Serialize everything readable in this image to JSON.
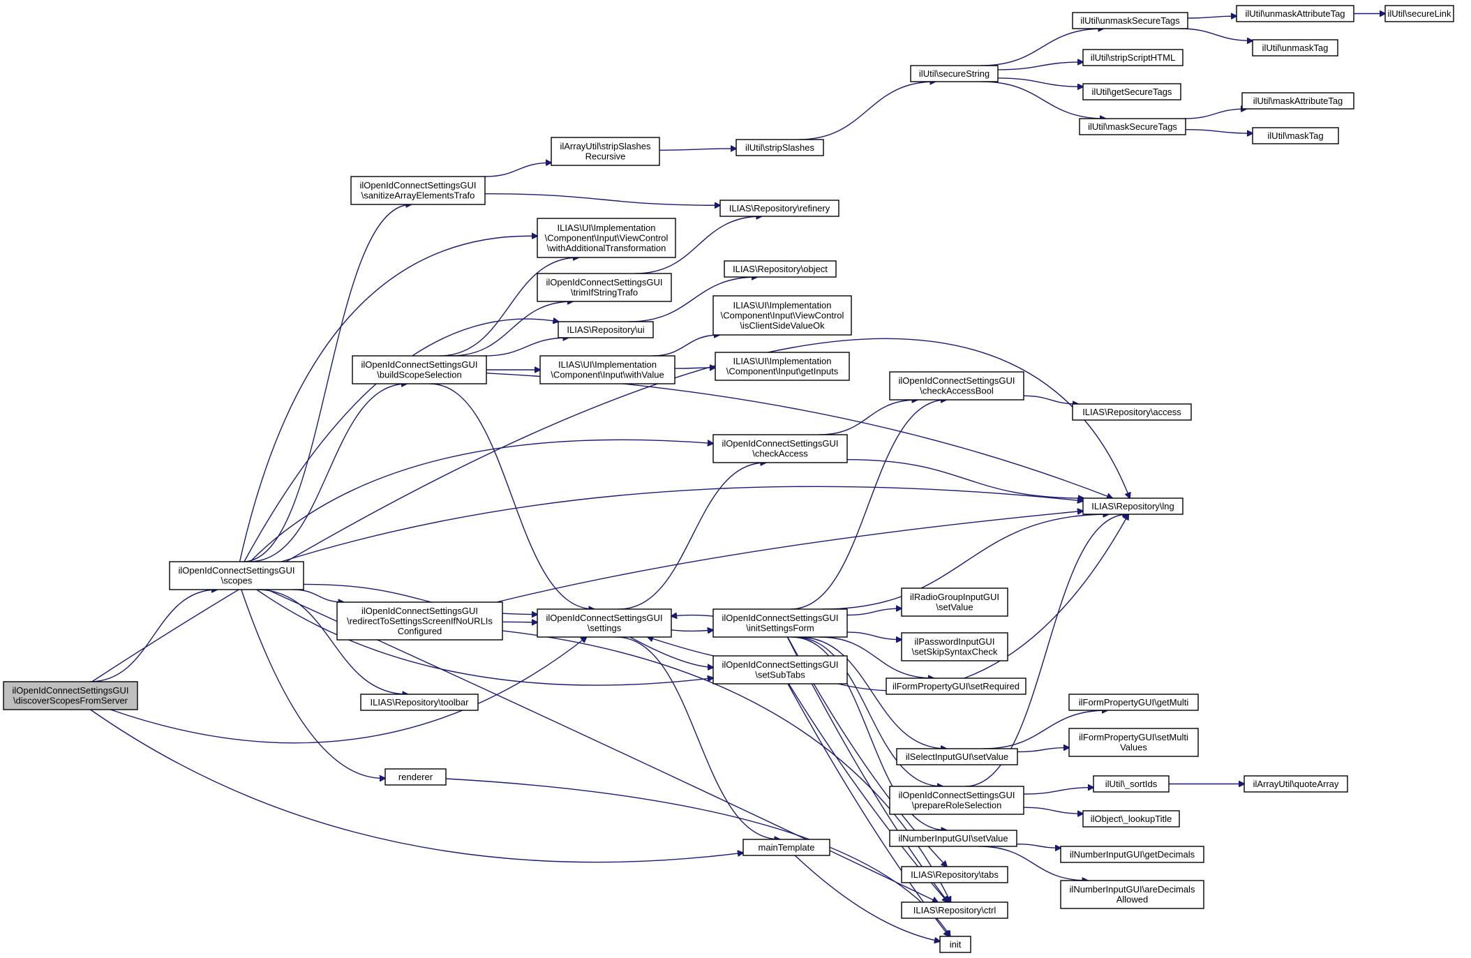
{
  "graph": {
    "title": "",
    "colors": {
      "edge": "#191970",
      "node_border": "#000000",
      "node_fill": "#ffffff",
      "root_fill": "#bfbfbf"
    },
    "nodes": [
      {
        "id": "discover",
        "lines": [
          "ilOpenIdConnectSettingsGUI",
          "\\discoverScopesFromServer"
        ],
        "root": true
      },
      {
        "id": "scopes",
        "lines": [
          "ilOpenIdConnectSettingsGUI",
          "\\scopes"
        ]
      },
      {
        "id": "sanitize",
        "lines": [
          "ilOpenIdConnectSettingsGUI",
          "\\sanitizeArrayElementsTrafo"
        ]
      },
      {
        "id": "stripRec",
        "lines": [
          "ilArrayUtil\\stripSlashes",
          "Recursive"
        ]
      },
      {
        "id": "stripSlashes",
        "lines": [
          "ilUtil\\stripSlashes"
        ]
      },
      {
        "id": "secureString",
        "lines": [
          "ilUtil\\secureString"
        ]
      },
      {
        "id": "unmaskSecure",
        "lines": [
          "ilUtil\\unmaskSecureTags"
        ]
      },
      {
        "id": "unmaskAttr",
        "lines": [
          "ilUtil\\unmaskAttributeTag"
        ]
      },
      {
        "id": "secureLink",
        "lines": [
          "ilUtil\\secureLink"
        ]
      },
      {
        "id": "unmaskTag",
        "lines": [
          "ilUtil\\unmaskTag"
        ]
      },
      {
        "id": "stripScript",
        "lines": [
          "ilUtil\\stripScriptHTML"
        ]
      },
      {
        "id": "getSecure",
        "lines": [
          "ilUtil\\getSecureTags"
        ]
      },
      {
        "id": "maskSecure",
        "lines": [
          "ilUtil\\maskSecureTags"
        ]
      },
      {
        "id": "maskAttr",
        "lines": [
          "ilUtil\\maskAttributeTag"
        ]
      },
      {
        "id": "maskTag",
        "lines": [
          "ilUtil\\maskTag"
        ]
      },
      {
        "id": "refinery",
        "lines": [
          "ILIAS\\Repository\\refinery"
        ]
      },
      {
        "id": "withAddTrans",
        "lines": [
          "ILIAS\\UI\\Implementation",
          "\\Component\\Input\\ViewControl",
          "\\withAdditionalTransformation"
        ]
      },
      {
        "id": "trimIf",
        "lines": [
          "ilOpenIdConnectSettingsGUI",
          "\\trimIfStringTrafo"
        ]
      },
      {
        "id": "repoObject",
        "lines": [
          "ILIAS\\Repository\\object"
        ]
      },
      {
        "id": "repoUi",
        "lines": [
          "ILIAS\\Repository\\ui"
        ]
      },
      {
        "id": "isClientSide",
        "lines": [
          "ILIAS\\UI\\Implementation",
          "\\Component\\Input\\ViewControl",
          "\\isClientSideValueOk"
        ]
      },
      {
        "id": "buildScope",
        "lines": [
          "ilOpenIdConnectSettingsGUI",
          "\\buildScopeSelection"
        ]
      },
      {
        "id": "withValue",
        "lines": [
          "ILIAS\\UI\\Implementation",
          "\\Component\\Input\\withValue"
        ]
      },
      {
        "id": "getInputs",
        "lines": [
          "ILIAS\\UI\\Implementation",
          "\\Component\\Input\\getInputs"
        ]
      },
      {
        "id": "checkAccessBool",
        "lines": [
          "ilOpenIdConnectSettingsGUI",
          "\\checkAccessBool"
        ]
      },
      {
        "id": "repoAccess",
        "lines": [
          "ILIAS\\Repository\\access"
        ]
      },
      {
        "id": "checkAccess",
        "lines": [
          "ilOpenIdConnectSettingsGUI",
          "\\checkAccess"
        ]
      },
      {
        "id": "repoLng",
        "lines": [
          "ILIAS\\Repository\\lng"
        ]
      },
      {
        "id": "redirect",
        "lines": [
          "ilOpenIdConnectSettingsGUI",
          "\\redirectToSettingsScreenIfNoURLIs",
          "Configured"
        ]
      },
      {
        "id": "settings",
        "lines": [
          "ilOpenIdConnectSettingsGUI",
          "\\settings"
        ]
      },
      {
        "id": "initForm",
        "lines": [
          "ilOpenIdConnectSettingsGUI",
          "\\initSettingsForm"
        ]
      },
      {
        "id": "radioSet",
        "lines": [
          "ilRadioGroupInputGUI",
          "\\setValue"
        ]
      },
      {
        "id": "pwdSkip",
        "lines": [
          "ilPasswordInputGUI",
          "\\setSkipSyntaxCheck"
        ]
      },
      {
        "id": "setSubTabs",
        "lines": [
          "ilOpenIdConnectSettingsGUI",
          "\\setSubTabs"
        ]
      },
      {
        "id": "setRequired",
        "lines": [
          "ilFormPropertyGUI\\setRequired"
        ]
      },
      {
        "id": "toolbar",
        "lines": [
          "ILIAS\\Repository\\toolbar"
        ]
      },
      {
        "id": "getMulti",
        "lines": [
          "ilFormPropertyGUI\\getMulti"
        ]
      },
      {
        "id": "selectSet",
        "lines": [
          "ilSelectInputGUI\\setValue"
        ]
      },
      {
        "id": "setMulti",
        "lines": [
          "ilFormPropertyGUI\\setMulti",
          "Values"
        ]
      },
      {
        "id": "renderer",
        "lines": [
          "renderer"
        ]
      },
      {
        "id": "prepRole",
        "lines": [
          "ilOpenIdConnectSettingsGUI",
          "\\prepareRoleSelection"
        ]
      },
      {
        "id": "sortIds",
        "lines": [
          "ilUtil\\_sortIds"
        ]
      },
      {
        "id": "quoteArray",
        "lines": [
          "ilArrayUtil\\quoteArray"
        ]
      },
      {
        "id": "lookupTitle",
        "lines": [
          "ilObject\\_lookupTitle"
        ]
      },
      {
        "id": "numberSet",
        "lines": [
          "ilNumberInputGUI\\setValue"
        ]
      },
      {
        "id": "getDecimals",
        "lines": [
          "ilNumberInputGUI\\getDecimals"
        ]
      },
      {
        "id": "mainTemplate",
        "lines": [
          "mainTemplate"
        ]
      },
      {
        "id": "repoTabs",
        "lines": [
          "ILIAS\\Repository\\tabs"
        ]
      },
      {
        "id": "areDecimals",
        "lines": [
          "ilNumberInputGUI\\areDecimals",
          "Allowed"
        ]
      },
      {
        "id": "repoCtrl",
        "lines": [
          "ILIAS\\Repository\\ctrl"
        ]
      },
      {
        "id": "init",
        "lines": [
          "init"
        ]
      }
    ],
    "edges": [
      [
        "discover",
        "scopes"
      ],
      [
        "discover",
        "repoLng"
      ],
      [
        "discover",
        "settings"
      ],
      [
        "discover",
        "mainTemplate"
      ],
      [
        "scopes",
        "sanitize"
      ],
      [
        "scopes",
        "withAddTrans"
      ],
      [
        "scopes",
        "repoUi"
      ],
      [
        "scopes",
        "buildScope"
      ],
      [
        "scopes",
        "checkAccess"
      ],
      [
        "scopes",
        "repoLng"
      ],
      [
        "scopes",
        "redirect"
      ],
      [
        "scopes",
        "settings"
      ],
      [
        "scopes",
        "setSubTabs"
      ],
      [
        "scopes",
        "toolbar"
      ],
      [
        "scopes",
        "renderer"
      ],
      [
        "scopes",
        "repoCtrl"
      ],
      [
        "sanitize",
        "stripRec"
      ],
      [
        "sanitize",
        "refinery"
      ],
      [
        "stripRec",
        "stripSlashes"
      ],
      [
        "stripSlashes",
        "secureString"
      ],
      [
        "secureString",
        "unmaskSecure"
      ],
      [
        "secureString",
        "stripScript"
      ],
      [
        "secureString",
        "getSecure"
      ],
      [
        "secureString",
        "maskSecure"
      ],
      [
        "unmaskSecure",
        "unmaskAttr"
      ],
      [
        "unmaskSecure",
        "unmaskTag"
      ],
      [
        "unmaskAttr",
        "secureLink"
      ],
      [
        "maskSecure",
        "maskAttr"
      ],
      [
        "maskSecure",
        "maskTag"
      ],
      [
        "trimIf",
        "refinery"
      ],
      [
        "repoUi",
        "repoObject"
      ],
      [
        "buildScope",
        "withAddTrans"
      ],
      [
        "buildScope",
        "trimIf"
      ],
      [
        "buildScope",
        "repoUi"
      ],
      [
        "buildScope",
        "withValue"
      ],
      [
        "buildScope",
        "repoLng"
      ],
      [
        "buildScope",
        "settings"
      ],
      [
        "withValue",
        "isClientSide"
      ],
      [
        "withValue",
        "getInputs"
      ],
      [
        "checkAccess",
        "checkAccessBool"
      ],
      [
        "checkAccess",
        "repoLng"
      ],
      [
        "checkAccessBool",
        "repoAccess"
      ],
      [
        "redirect",
        "settings"
      ],
      [
        "redirect",
        "repoLng"
      ],
      [
        "redirect",
        "repoCtrl"
      ],
      [
        "settings",
        "checkAccess"
      ],
      [
        "settings",
        "initForm"
      ],
      [
        "settings",
        "setSubTabs"
      ],
      [
        "settings",
        "mainTemplate"
      ],
      [
        "initForm",
        "settings"
      ],
      [
        "initForm",
        "checkAccessBool"
      ],
      [
        "initForm",
        "repoLng"
      ],
      [
        "initForm",
        "radioSet"
      ],
      [
        "initForm",
        "pwdSkip"
      ],
      [
        "initForm",
        "setRequired"
      ],
      [
        "initForm",
        "selectSet"
      ],
      [
        "initForm",
        "prepRole"
      ],
      [
        "initForm",
        "numberSet"
      ],
      [
        "initForm",
        "repoTabs"
      ],
      [
        "initForm",
        "repoCtrl"
      ],
      [
        "setSubTabs",
        "settings"
      ],
      [
        "setSubTabs",
        "repoLng"
      ],
      [
        "setSubTabs",
        "repoCtrl"
      ],
      [
        "setSubTabs",
        "init"
      ],
      [
        "selectSet",
        "getMulti"
      ],
      [
        "selectSet",
        "setMulti"
      ],
      [
        "prepRole",
        "repoLng"
      ],
      [
        "prepRole",
        "sortIds"
      ],
      [
        "prepRole",
        "lookupTitle"
      ],
      [
        "sortIds",
        "quoteArray"
      ],
      [
        "numberSet",
        "getDecimals"
      ],
      [
        "numberSet",
        "areDecimals"
      ],
      [
        "renderer",
        "init"
      ],
      [
        "mainTemplate",
        "init"
      ]
    ]
  }
}
